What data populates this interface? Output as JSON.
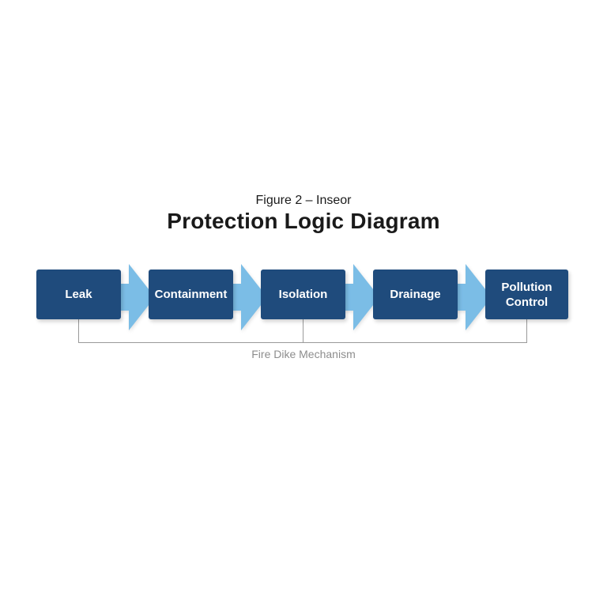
{
  "figure": {
    "caption": "Figure 2 – Inseor",
    "title": "Protection Logic Diagram"
  },
  "flow": {
    "steps": [
      {
        "label": "Leak"
      },
      {
        "label": "Containment"
      },
      {
        "label": "Isolation"
      },
      {
        "label": "Drainage"
      },
      {
        "label": "Pollution Control"
      }
    ],
    "bracket_label": "Fire Dike Mechanism"
  },
  "icons": [
    "flow-arrow-icon",
    "flow-arrow-icon",
    "flow-arrow-icon",
    "flow-arrow-icon"
  ],
  "colors": {
    "box": "#1f4b7c",
    "arrow": "#7bbde6",
    "bracket": "#9a9a9a",
    "bracket_text": "#8d8d8d",
    "title_text": "#1a1a1a"
  }
}
